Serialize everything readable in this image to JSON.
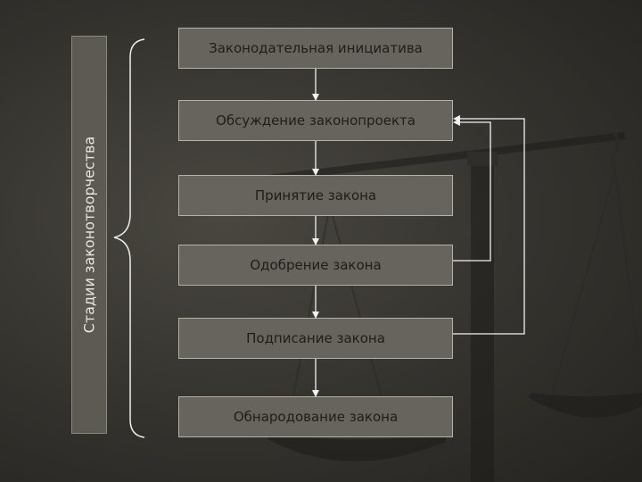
{
  "side_label": "Стадии законотворчества",
  "stages": [
    "Законодательная инициатива",
    "Обсуждение законопроекта",
    "Принятие закона",
    "Одобрение закона",
    "Подписание закона",
    "Обнародование закона"
  ],
  "colors": {
    "background": "#34322d",
    "box_fill": "#67645d",
    "box_border": "#b6b2a8",
    "arrow": "#f2f2f2",
    "text": "#1e1d1a"
  }
}
